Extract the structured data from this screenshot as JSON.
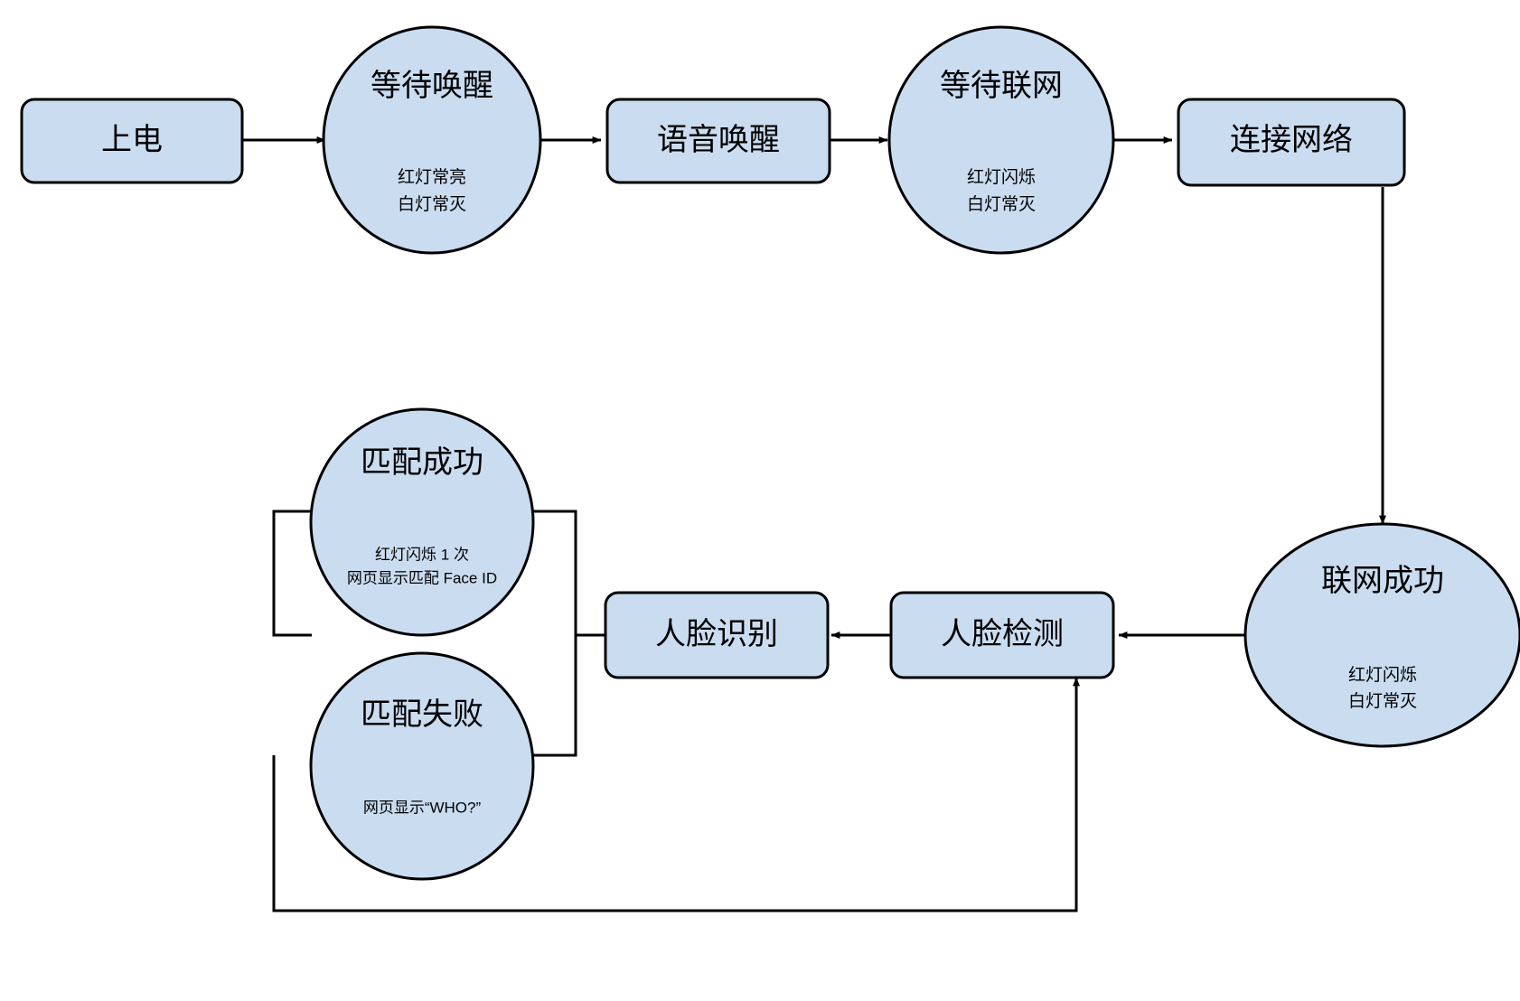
{
  "diagram": {
    "type": "flowchart",
    "background_color": "#ffffff",
    "node_fill_color": "#cadcf0",
    "node_stroke_color": "#000000",
    "nodes": [
      {
        "id": "power-on",
        "shape": "rounded-rect",
        "title": "上电",
        "sub_lines": []
      },
      {
        "id": "wait-wakeup",
        "shape": "ellipse",
        "title": "等待唤醒",
        "sub_lines": [
          "红灯常亮",
          "白灯常灭"
        ]
      },
      {
        "id": "voice-wakeup",
        "shape": "rounded-rect",
        "title": "语音唤醒",
        "sub_lines": []
      },
      {
        "id": "wait-network",
        "shape": "ellipse",
        "title": "等待联网",
        "sub_lines": [
          "红灯闪烁",
          "白灯常灭"
        ]
      },
      {
        "id": "connect-network",
        "shape": "rounded-rect",
        "title": "连接网络",
        "sub_lines": []
      },
      {
        "id": "network-success",
        "shape": "ellipse",
        "title": "联网成功",
        "sub_lines": [
          "红灯闪烁",
          "白灯常灭"
        ]
      },
      {
        "id": "face-detect",
        "shape": "rounded-rect",
        "title": "人脸检测",
        "sub_lines": []
      },
      {
        "id": "face-recognize",
        "shape": "rounded-rect",
        "title": "人脸识别",
        "sub_lines": []
      },
      {
        "id": "match-success",
        "shape": "ellipse",
        "title": "匹配成功",
        "sub_lines": [
          "红灯闪烁 1 次",
          "网页显示匹配 Face ID"
        ]
      },
      {
        "id": "match-fail",
        "shape": "ellipse",
        "title": "匹配失败",
        "sub_lines": [
          "网页显示“WHO?”"
        ]
      }
    ],
    "edges": [
      {
        "from": "power-on",
        "to": "wait-wakeup",
        "arrow": true
      },
      {
        "from": "wait-wakeup",
        "to": "voice-wakeup",
        "arrow": true
      },
      {
        "from": "voice-wakeup",
        "to": "wait-network",
        "arrow": true
      },
      {
        "from": "wait-network",
        "to": "connect-network",
        "arrow": true
      },
      {
        "from": "connect-network",
        "to": "network-success",
        "arrow": true
      },
      {
        "from": "network-success",
        "to": "face-detect",
        "arrow": true
      },
      {
        "from": "face-detect",
        "to": "face-recognize",
        "arrow": true
      },
      {
        "from": "face-recognize",
        "to": "match-success",
        "arrow": false
      },
      {
        "from": "face-recognize",
        "to": "match-fail",
        "arrow": false
      },
      {
        "from": "match-fail",
        "to": "face-detect",
        "arrow": true
      }
    ]
  }
}
